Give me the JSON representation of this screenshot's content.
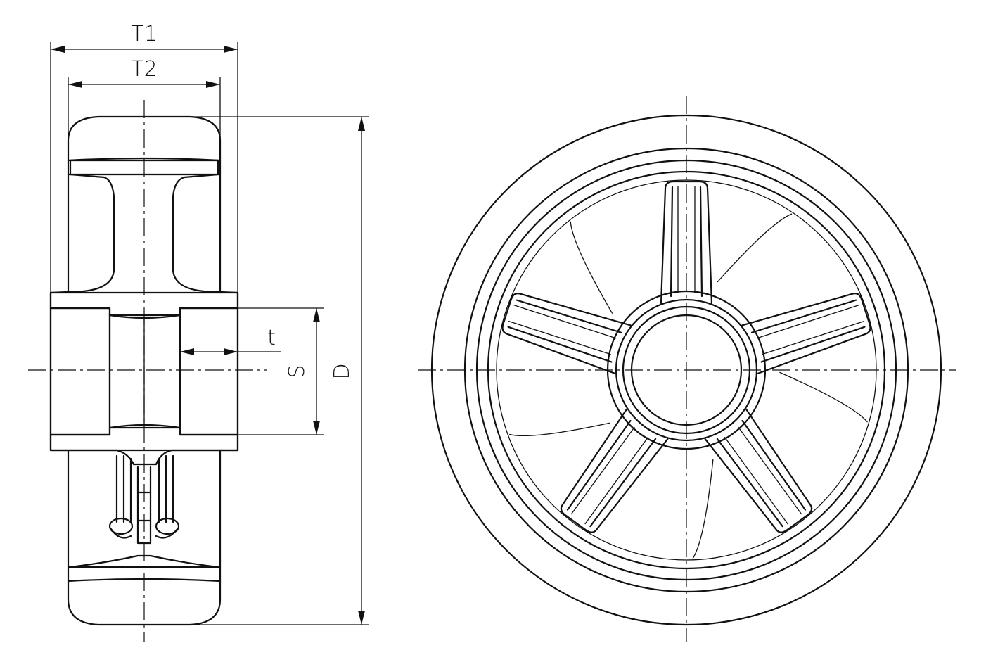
{
  "labels": {
    "t1": "T1",
    "t2": "T2",
    "t": "t",
    "s": "S",
    "d": "D"
  },
  "colors": {
    "line": "#111111",
    "background": "#ffffff"
  }
}
